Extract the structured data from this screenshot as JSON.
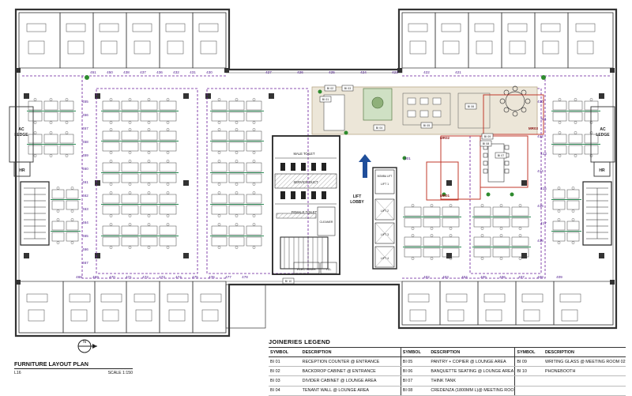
{
  "plan": {
    "title": "FURNITURE LAYOUT PLAN",
    "level": "L16",
    "scale": "SCALE 1:150"
  },
  "core": {
    "male_toilet": "MALE TOILET",
    "service_duct": "SERVICE DUCT",
    "female_toilet": "FEMALE TOILET",
    "cleaner": "CLEANER",
    "elec_riser": "ELEC. RISER",
    "tel": "TEL",
    "lift_lobby": [
      "LIFT",
      "LOBBY"
    ],
    "lifts": [
      "LIFT 1",
      "LIFT 2",
      "LIFT 3",
      "LIFT 4"
    ],
    "bomba_lift": "BOMBA LIFT"
  },
  "ledges": {
    "ac_left": [
      "AC",
      "LEDGE"
    ],
    "ac_right": [
      "AC",
      "LEDGE"
    ],
    "hr_left": "HR",
    "hr_right": "HR"
  },
  "meeting_rooms": [
    "MR01",
    "MR02",
    "MR03"
  ],
  "joinery_tags": [
    "BI 01",
    "BI 02",
    "BI 03",
    "BI 04",
    "BI 05",
    "BI 06",
    "BI 07",
    "BI 08",
    "BI 09",
    "BI 10"
  ],
  "room_numbers_top": [
    "451",
    "450",
    "438",
    "437",
    "436",
    "432",
    "431",
    "430",
    "427",
    "426",
    "425",
    "424",
    "423",
    "422",
    "421"
  ],
  "room_numbers_left": [
    "455",
    "456",
    "457",
    "458",
    "459",
    "460",
    "461",
    "462",
    "463",
    "464",
    "465",
    "466",
    "467"
  ],
  "room_numbers_bottom": [
    "468",
    "469",
    "470",
    "471",
    "472",
    "473",
    "474",
    "475",
    "476",
    "477",
    "478"
  ],
  "room_numbers_right": [
    "401",
    "402",
    "403",
    "404",
    "405",
    "406",
    "407",
    "408",
    "409",
    "410",
    "411",
    "412",
    "413",
    "414",
    "415",
    "416",
    "417",
    "418"
  ],
  "legend": {
    "title": "JOINERIES LEGEND",
    "headers": {
      "symbol": "SYMBOL",
      "description": "DESCRIPTION"
    },
    "rows": [
      {
        "col1_sym": "BI 01",
        "col1_desc": "RECEPTION COUNTER @ ENTRANCE",
        "col2_sym": "BI 05",
        "col2_desc": "PANTRY + COPIER @ LOUNGE AREA",
        "col3_sym": "BI 09",
        "col3_desc": "WRITING GLASS @ MEETING ROOM 02"
      },
      {
        "col1_sym": "BI 02",
        "col1_desc": "BACKDROP CABINET @ ENTRANCE",
        "col2_sym": "BI 06",
        "col2_desc": "BANQUETTE SEATING @ LOUNGE AREA",
        "col3_sym": "BI 10",
        "col3_desc": "PHONEBOOTH"
      },
      {
        "col1_sym": "BI 03",
        "col1_desc": "DIVIDER CABINET @ LOUNGE AREA",
        "col2_sym": "BI 07",
        "col2_desc": "THINK TANK",
        "col3_sym": "",
        "col3_desc": ""
      },
      {
        "col1_sym": "BI 04",
        "col1_desc": "TENANT WALL @ LOUNGE AREA",
        "col2_sym": "BI 08",
        "col2_desc": "CREDENZA (1800MM L)@ MEETING ROOM",
        "col3_sym": "",
        "col3_desc": ""
      }
    ]
  },
  "colors": {
    "wall": "#333333",
    "partition": "#2e8b57",
    "room_line": "#6a1b9a",
    "lounge_fill": "#ece6d8",
    "meeting_line": "#c0392b",
    "arrow": "#1f4e9a",
    "plant": "#2e8b2e"
  }
}
